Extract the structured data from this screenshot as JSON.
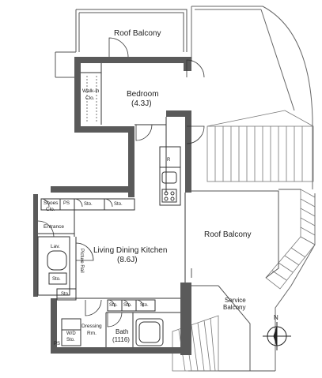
{
  "rooms": {
    "roof_balcony_top": "Roof Balcony",
    "bedroom": "Bedroom",
    "bedroom_area": "(4.3J)",
    "walk_in_clo_1": "Walk-in",
    "walk_in_clo_2": "Clo.",
    "ldk": "Living Dining Kitchen",
    "ldk_area": "(8.6J)",
    "roof_balcony_right": "Roof Balcony",
    "service_balcony_1": "Service",
    "service_balcony_2": "Balcony",
    "entrance": "Entrance",
    "shoes_clo_1": "Shoes",
    "shoes_clo_2": "Clo.",
    "ps_top": "PS",
    "ps_bottom": "PS",
    "lav": "Lav.",
    "picture_rail": "Picture Rail",
    "dressing_rm_1": "Dressing",
    "dressing_rm_2": "Rm.",
    "wd": "W/D",
    "bath": "Bath",
    "bath_size": "(1116)",
    "refrigerator": "R"
  },
  "storage": {
    "sto_entrance_1": "Sto.",
    "sto_entrance_2": "Sto.",
    "sto_lav": "Sto.",
    "sto_hall": "Sto.",
    "sto_ldk_1": "Sto.",
    "sto_ldk_2": "Sto.",
    "sto_ldk_3": "Sto.",
    "sto_dressing": "Sto."
  },
  "compass": {
    "north": "N"
  },
  "colors": {
    "wall": "#5a5a5a",
    "line": "#333333",
    "thin": "#777777"
  }
}
